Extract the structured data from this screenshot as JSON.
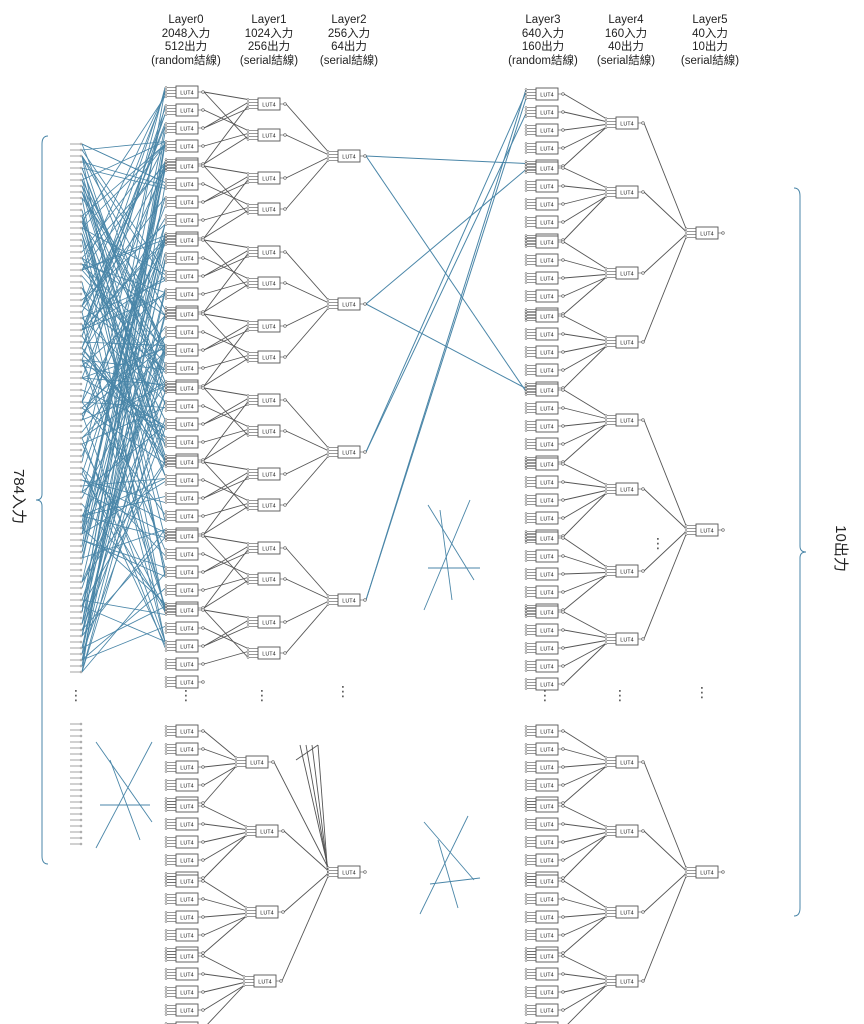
{
  "layers": [
    {
      "name": "Layer0",
      "inputs": "2048入力",
      "outputs": "512出力",
      "wiring": "(random結線)"
    },
    {
      "name": "Layer1",
      "inputs": "1024入力",
      "outputs": "256出力",
      "wiring": "(serial結線)"
    },
    {
      "name": "Layer2",
      "inputs": "256入力",
      "outputs": "64出力",
      "wiring": "(serial結線)"
    },
    {
      "name": "Layer3",
      "inputs": "640入力",
      "outputs": "160出力",
      "wiring": "(random結線)"
    },
    {
      "name": "Layer4",
      "inputs": "160入力",
      "outputs": "40出力",
      "wiring": "(serial結線)"
    },
    {
      "name": "Layer5",
      "inputs": "40入力",
      "outputs": "10出力",
      "wiring": "(serial結線)"
    }
  ],
  "input_label": "784入力",
  "output_label": "10出力",
  "node_label": "LUT4",
  "ellipsis": "⋮",
  "colors": {
    "wire_random": "#4a86a8",
    "wire_serial": "#555555",
    "box_stroke": "#555555",
    "brace": "#4a86a8"
  }
}
